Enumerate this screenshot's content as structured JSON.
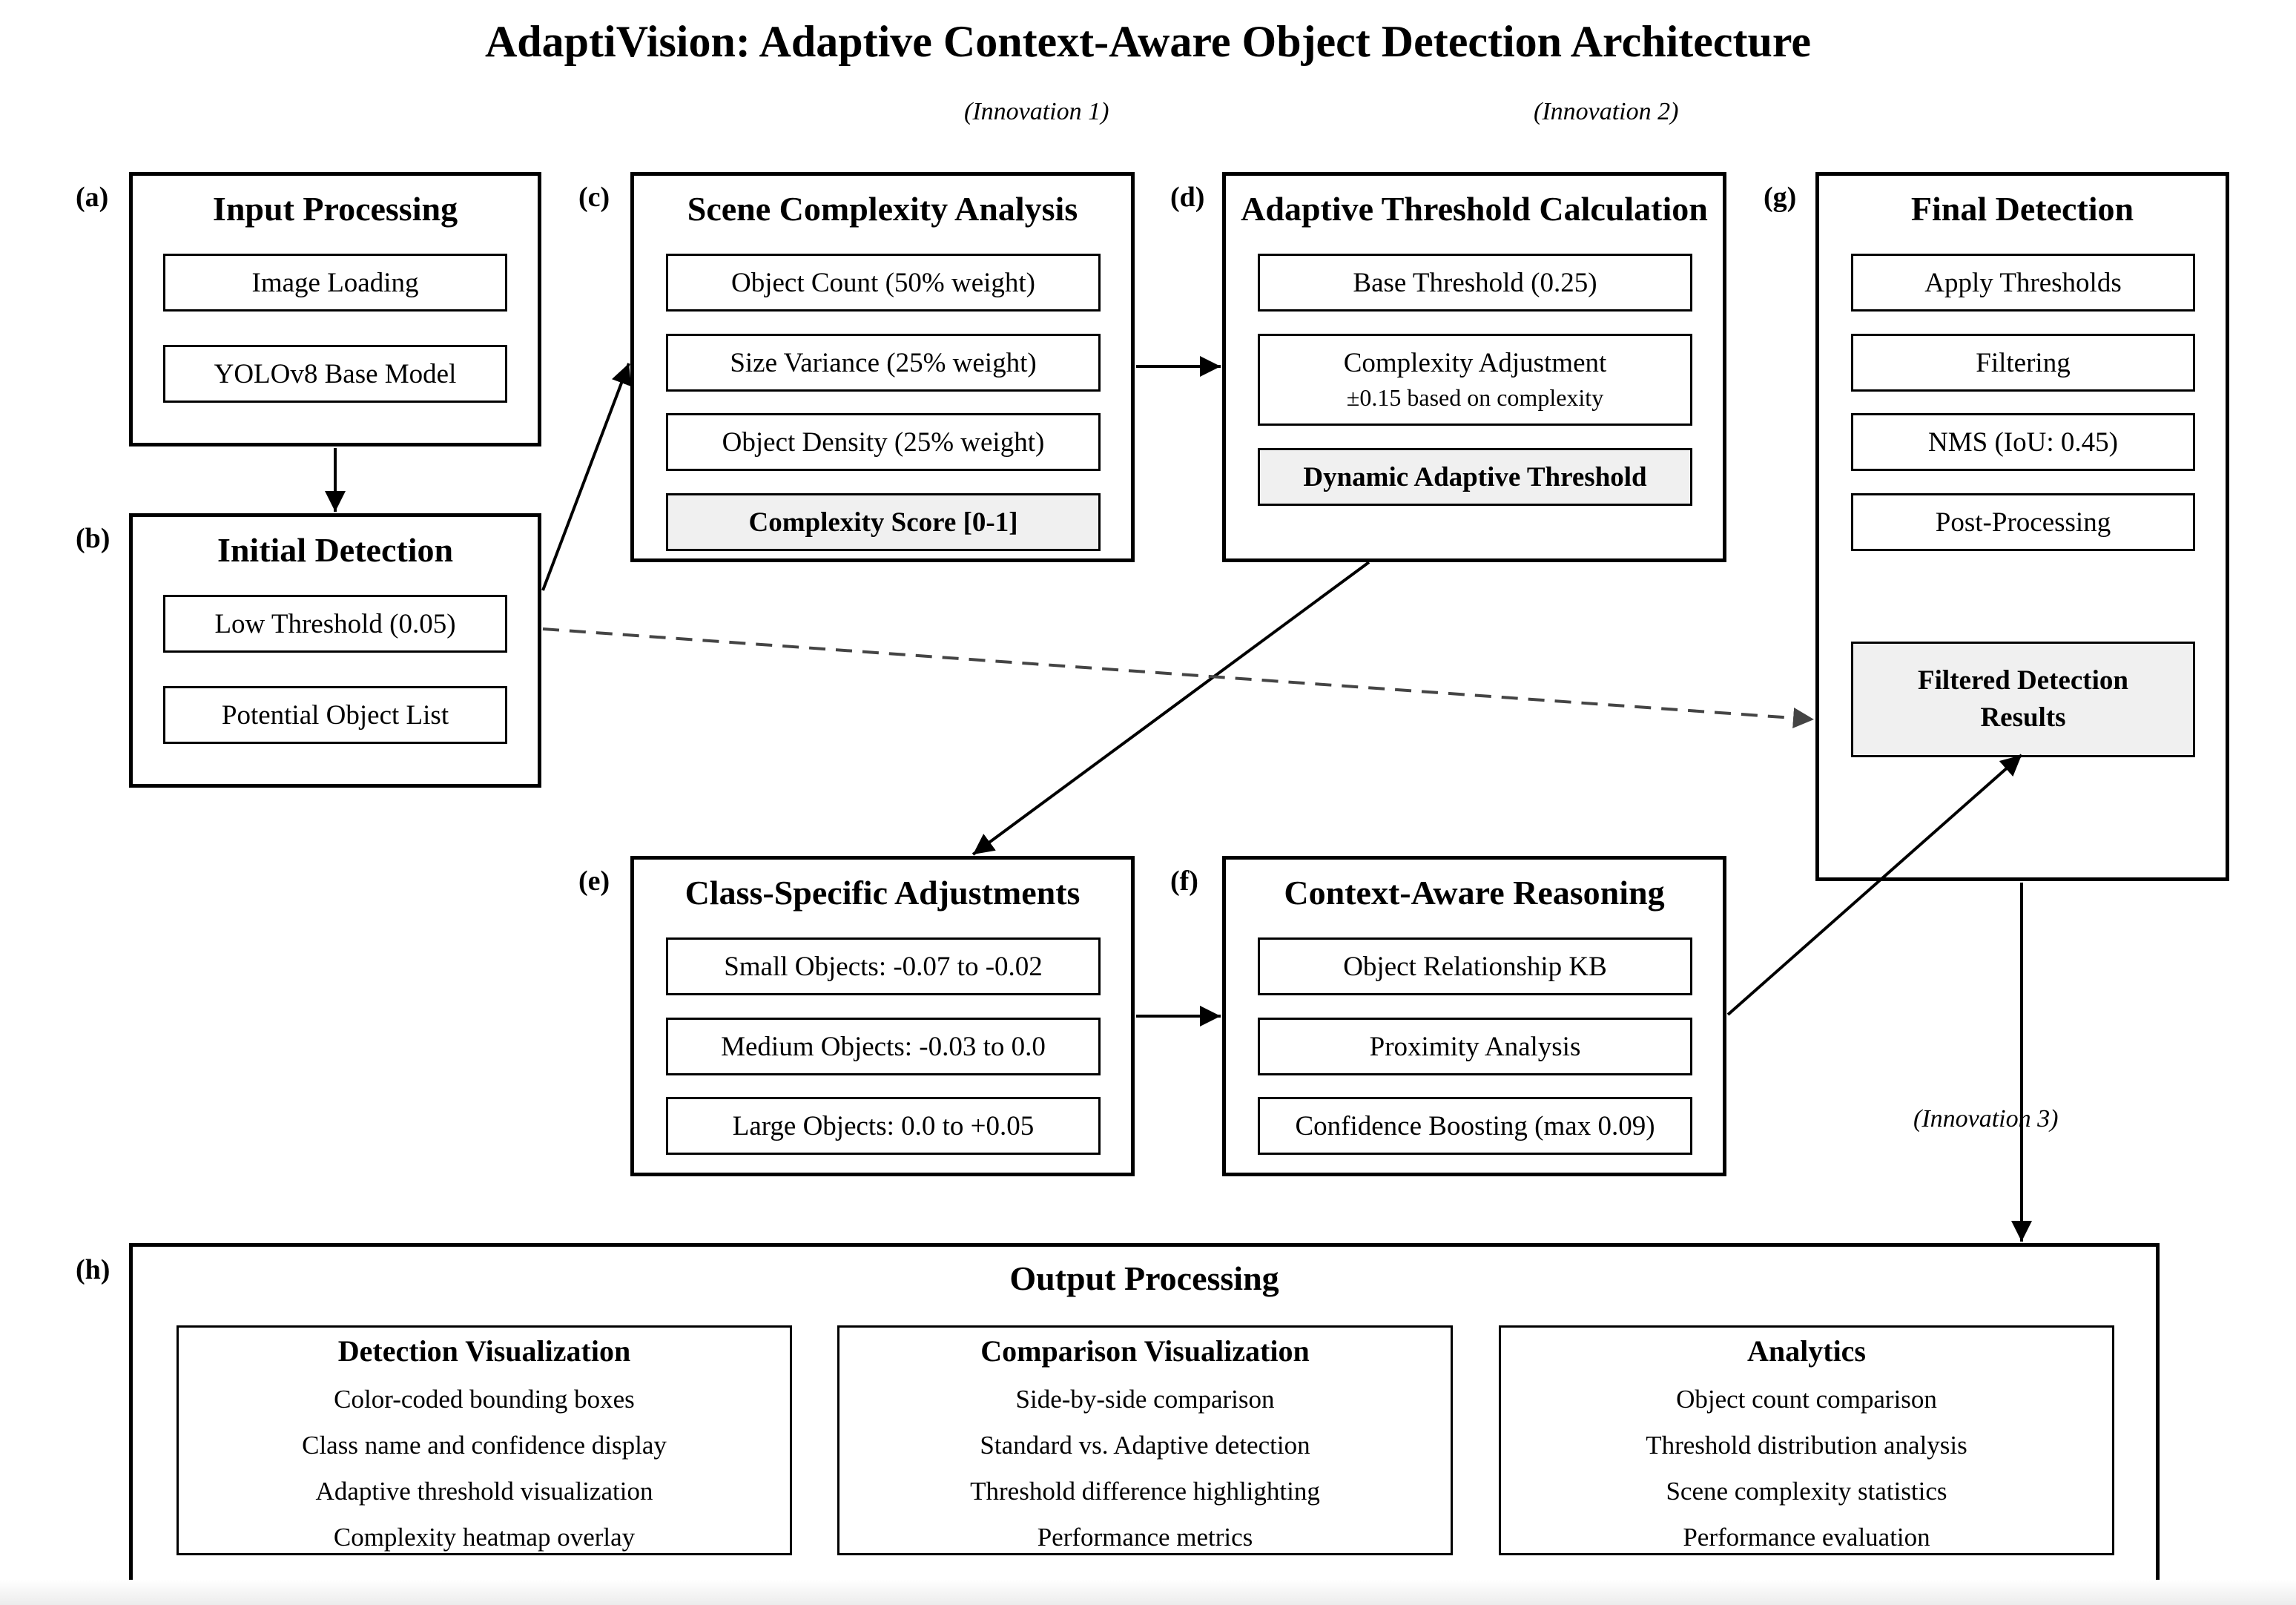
{
  "title": "AdaptiVision: Adaptive Context-Aware Object Detection Architecture",
  "innovations": [
    "(Innovation 1)",
    "(Innovation 2)",
    "(Innovation 3)"
  ],
  "panels": {
    "a": {
      "tag": "(a)",
      "title": "Input Processing",
      "items": [
        "Image Loading",
        "YOLOv8 Base Model"
      ]
    },
    "b": {
      "tag": "(b)",
      "title": "Initial Detection",
      "items": [
        "Low Threshold (0.05)",
        "Potential Object List"
      ]
    },
    "c": {
      "tag": "(c)",
      "title": "Scene Complexity Analysis",
      "items": [
        "Object Count (50% weight)",
        "Size Variance (25% weight)",
        "Object Density (25% weight)",
        "Complexity Score [0-1]"
      ]
    },
    "d": {
      "tag": "(d)",
      "title": "Adaptive Threshold Calculation",
      "items": [
        "Base Threshold (0.25)",
        "Complexity Adjustment",
        "±0.15 based on complexity",
        "Dynamic Adaptive Threshold"
      ]
    },
    "e": {
      "tag": "(e)",
      "title": "Class-Specific Adjustments",
      "items": [
        "Small Objects: -0.07 to -0.02",
        "Medium Objects: -0.03 to 0.0",
        "Large Objects: 0.0 to +0.05"
      ]
    },
    "f": {
      "tag": "(f)",
      "title": "Context-Aware Reasoning",
      "items": [
        "Object Relationship KB",
        "Proximity Analysis",
        "Confidence Boosting (max 0.09)"
      ]
    },
    "g": {
      "tag": "(g)",
      "title": "Final Detection",
      "items": [
        "Apply Thresholds",
        "Filtering",
        "NMS (IoU: 0.45)",
        "Post-Processing",
        "Filtered Detection",
        "Results"
      ]
    },
    "h": {
      "tag": "(h)",
      "title": "Output Processing",
      "columns": [
        {
          "title": "Detection Visualization",
          "lines": [
            "Color-coded bounding boxes",
            "Class name and confidence display",
            "Adaptive threshold visualization",
            "Complexity heatmap overlay"
          ]
        },
        {
          "title": "Comparison Visualization",
          "lines": [
            "Side-by-side comparison",
            "Standard vs. Adaptive detection",
            "Threshold difference highlighting",
            "Performance metrics"
          ]
        },
        {
          "title": "Analytics",
          "lines": [
            "Object count comparison",
            "Threshold distribution analysis",
            "Scene complexity statistics",
            "Performance evaluation"
          ]
        }
      ]
    }
  },
  "colors": {
    "line": "#000000",
    "dashed": "#444444",
    "highlight": "#f0f0f0"
  }
}
